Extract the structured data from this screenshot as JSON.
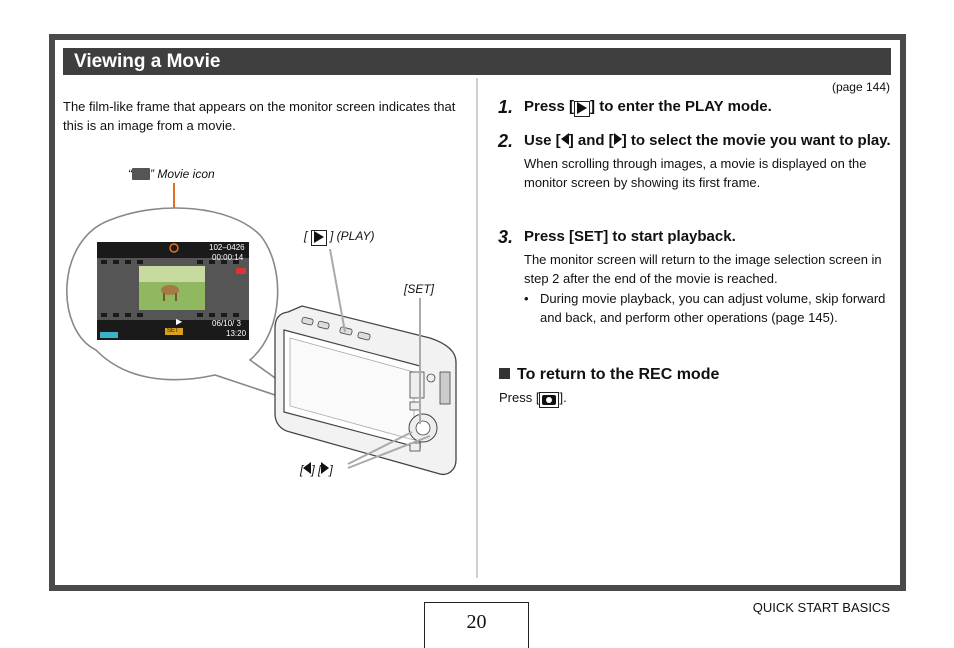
{
  "section": {
    "title": "Viewing a Movie"
  },
  "intro": "The film-like frame that appears on the monitor screen indicates that this is an image from a movie.",
  "page_ref": "(page 144)",
  "labels": {
    "movie_icon_pre": "“",
    "movie_icon_post": "” Movie icon",
    "play": "] (PLAY)",
    "set": "[SET]",
    "arrows_open": "[",
    "arrows_mid": "] [",
    "arrows_close": "]"
  },
  "screen": {
    "file_no": "102–0426",
    "time": "00:00:14",
    "date": "06/10/ 3",
    "clock": "13:20",
    "set_btn": "SET"
  },
  "steps": [
    {
      "num": "1.",
      "head_pre": "Press [",
      "head_post": "] to enter the PLAY mode."
    },
    {
      "num": "2.",
      "head_pre": "Use [",
      "head_mid": "] and [",
      "head_post": "] to select the movie you want to play.",
      "body": "When scrolling through images, a movie is displayed on the monitor screen by showing its first frame."
    },
    {
      "num": "3.",
      "head": "Press [SET] to start playback.",
      "body": "The monitor screen will return to the image selection screen in step 2 after the end of the movie is reached.",
      "bullet": "During movie playback, you can adjust volume, skip forward and back, and perform other operations (page 145)."
    }
  ],
  "rec": {
    "head": "To return to the REC mode",
    "body_pre": "Press [",
    "body_post": "]."
  },
  "footer": {
    "page": "20",
    "section": "QUICK START BASICS"
  }
}
